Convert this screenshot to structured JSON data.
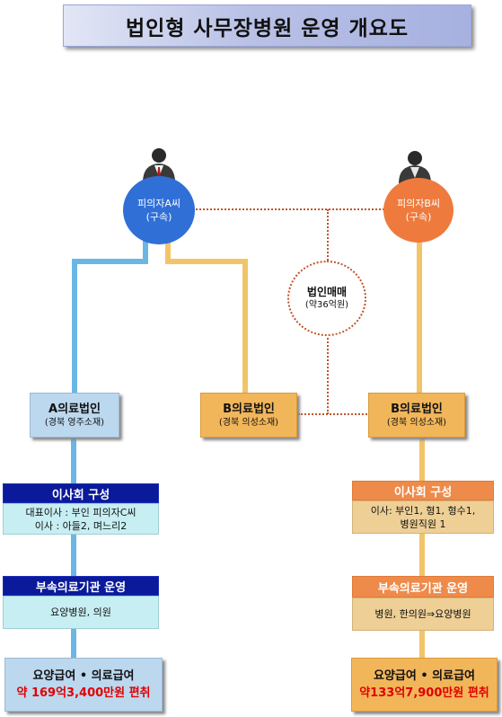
{
  "title": "법인형 사무장병원 운영 개요도",
  "suspect_a": {
    "name": "피의자A씨",
    "status": "(구속)",
    "color": "#2f6fd6"
  },
  "suspect_b": {
    "name": "피의자B씨",
    "status": "(구속)",
    "color": "#ee7a3d"
  },
  "sale": {
    "label": "법인매매",
    "amount": "(약36억원)"
  },
  "org_a": {
    "name": "A의료법인",
    "location": "(경북 영주소재)"
  },
  "org_b_mid": {
    "name": "B의료법인",
    "location": "(경북 의성소재)"
  },
  "org_b_right": {
    "name": "B의료법인",
    "location": "(경북  의성소재)"
  },
  "left_board": {
    "header": "이사회 구성",
    "line1": "대표이사 : 부인 피의자C씨",
    "line2": "이사 : 아들2, 며느리2"
  },
  "right_board": {
    "header": "이사회 구성",
    "line1": "이사: 부인1, 형1, 형수1,",
    "line2": "병원직원 1"
  },
  "left_affil": {
    "header": "부속의료기관 운영",
    "body": "요양병원, 의원"
  },
  "right_affil": {
    "header": "부속의료기관 운영",
    "body": "병원, 한의원⇒요양병원"
  },
  "left_result": {
    "line1": "요양급여 • 의료급여",
    "line2": "약 169억3,400만원 편취"
  },
  "right_result": {
    "line1": "요양급여 • 의료급여",
    "line2": "약133억7,900만원 편취"
  }
}
